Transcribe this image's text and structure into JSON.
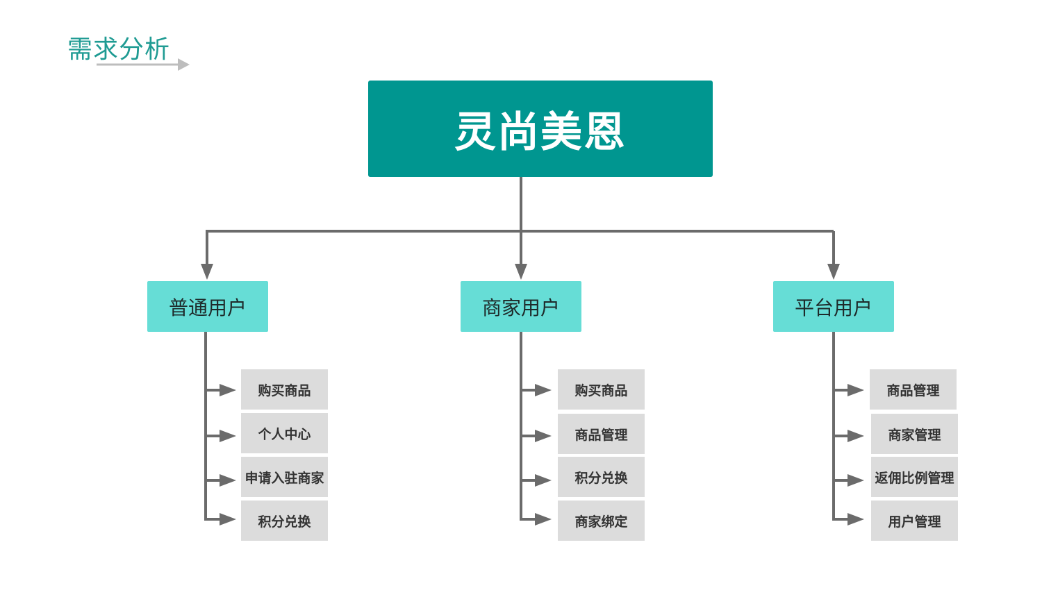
{
  "heading": "需求分析",
  "root": {
    "label": "灵尚美恩"
  },
  "categories": [
    {
      "label": "普通用户",
      "items": [
        "购买商品",
        "个人中心",
        "申请入驻商家",
        "积分兑换"
      ]
    },
    {
      "label": "商家用户",
      "items": [
        "购买商品",
        "商品管理",
        "积分兑换",
        "商家绑定"
      ]
    },
    {
      "label": "平台用户",
      "items": [
        "商品管理",
        "商家管理",
        "返佣比例管理",
        "用户管理"
      ]
    }
  ],
  "colors": {
    "accent": "#009690",
    "heading": "#1f9b93",
    "category": "#66ddd6",
    "leaf": "#dcdcdc",
    "connector": "#6b6b6b"
  }
}
